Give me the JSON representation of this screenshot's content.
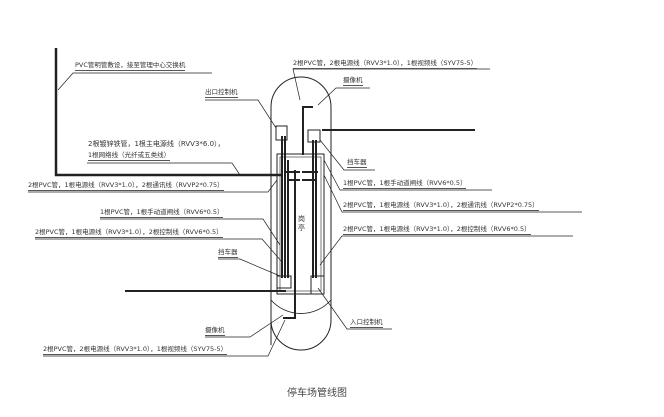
{
  "title": "停车场管线图",
  "booth": "岗亭",
  "labels": {
    "pvc_to_center": "PVC管明管敷设，接至管理中心交换机",
    "top_camera_cable": "2根PVC管，2根电源线（RVV3*1.0），1根视频线（SYV75-5）",
    "top_camera": "摄像机",
    "exit_controller": "出口控制机",
    "main_pipe_line1": "2根镀锌铁管，1根主电源线（RVV3*6.0），",
    "main_pipe_line2": "1根网络线（光纤或五类线）",
    "left_comm": "2根PVC管，1根电源线（RVV3*1.0），2根通讯线（RVVP2*0.75）",
    "right_barrier": "挡车器",
    "right_manual": "1根PVC管，1根手动道闸线（RVV6*0.5）",
    "right_comm": "2根PVC管，1根电源线（RVV3*1.0），2根通讯线（RVVP2*0.75）",
    "left_manual": "1根PVC管，1根手动道闸线（RVV6*0.5）",
    "right_control": "2根PVC管，1根电源线（RVV3*1.0），2根控制线（RVV6*0.5）",
    "left_control": "2根PVC管，1根电源线（RVV3*1.0），2根控制线（RVV6*0.5）",
    "left_barrier": "挡车器",
    "entry_controller": "入口控制机",
    "bottom_camera": "摄像机",
    "bottom_camera_cable": "2根PVC管，2根电源线（RVV3*1.0），1根视频线（SYV75-5）"
  }
}
